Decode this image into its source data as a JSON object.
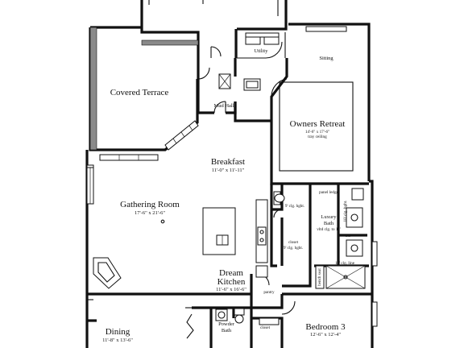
{
  "rooms": {
    "covered_terrace": {
      "name": "Covered Terrace"
    },
    "utility": {
      "name": "Utility"
    },
    "sitting": {
      "name": "Sitting"
    },
    "mud_hall": {
      "name": "Mud Hall"
    },
    "owners_retreat": {
      "name": "Owners Retreat",
      "dims": "14'-6\" x 17'-6\"",
      "note": "tray ceiling"
    },
    "breakfast": {
      "name": "Breakfast",
      "dims": "11'-0\" x 11'-11\""
    },
    "gathering_room": {
      "name": "Gathering Room",
      "dims": "17'-6\" x 21'-6\""
    },
    "dream_kitchen": {
      "name_line1": "Dream",
      "name_line2": "Kitchen",
      "dims": "11'-6\" x 16'-6\""
    },
    "pantry": {
      "name": "pantry"
    },
    "closet_kitchen": {
      "name": "closet",
      "note": "9' clg. hght."
    },
    "luxury_bath": {
      "name_line1": "Luxury",
      "name_line2": "Bath",
      "note": "vltd clg. to 11'"
    },
    "powder_bath": {
      "name_line1": "Powder",
      "name_line2": "Bath"
    },
    "closet_hall": {
      "name": "closet"
    },
    "dining": {
      "name": "Dining",
      "dims": "11'-8\" x 13'-6\""
    },
    "bedroom_3": {
      "name": "Bedroom 3",
      "dims": "12'-6\" x 12'-4\""
    }
  },
  "notes": {
    "ceiling_9_a": "9' clg. hght.",
    "ceiling_9_b": "9' clg. hght.",
    "ceiling_10": "10' clg. hght.",
    "ceiling_10b": "10' clg. line",
    "lin": "lin.",
    "bench_seat": "bench seat",
    "panel_ledge": "panel ledge"
  }
}
